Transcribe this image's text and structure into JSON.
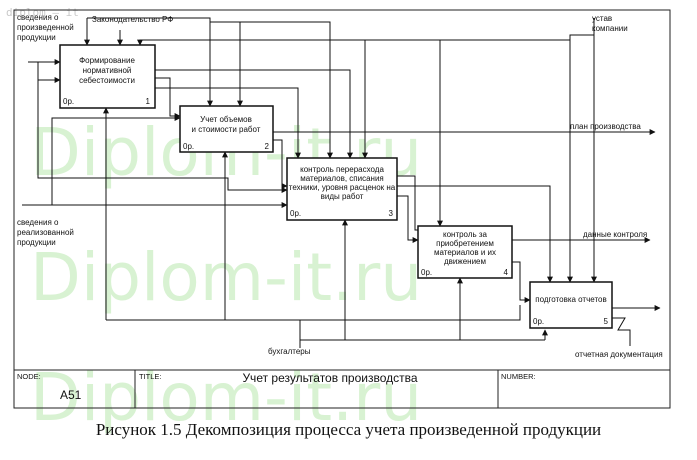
{
  "watermark": {
    "text": "Diplom-it.ru",
    "top_small": "diplom — it"
  },
  "diagram": {
    "inputs": {
      "produced_info": [
        "сведения о",
        "произведенной",
        "продукции"
      ],
      "realized_info": [
        "сведения о",
        "реализованной",
        "продукции"
      ]
    },
    "controls": {
      "legislation": "Законодательство РФ",
      "charter": [
        "устав",
        "компании"
      ]
    },
    "outputs": {
      "production_plan": "план производства",
      "control_data": "данные контроля",
      "report_docs": "отчетная документация"
    },
    "mechanism": "бухгалтеры",
    "boxes": [
      {
        "lines": [
          "Формирование",
          "нормативной",
          "себестоимости"
        ],
        "cost": "0р.",
        "num": "1"
      },
      {
        "lines": [
          "Учет объемов",
          "и стоимости работ"
        ],
        "cost": "0р.",
        "num": "2"
      },
      {
        "lines": [
          "контроль перерасхода",
          "материалов, списания",
          "техники, уровня расценок на",
          "виды работ"
        ],
        "cost": "0р.",
        "num": "3"
      },
      {
        "lines": [
          "контроль за",
          "приобретением",
          "материалов и их",
          "движением"
        ],
        "cost": "0р.",
        "num": "4"
      },
      {
        "lines": [
          "подготовка отчетов"
        ],
        "cost": "0р.",
        "num": "5"
      }
    ]
  },
  "frame": {
    "node_label": "NODE:",
    "node_value": "A51",
    "title_label": "TITLE:",
    "title_value": "Учет результатов  производства",
    "number_label": "NUMBER:"
  },
  "caption": "Рисунок 1.5 Декомпозиция процесса учета произведенной продукции"
}
